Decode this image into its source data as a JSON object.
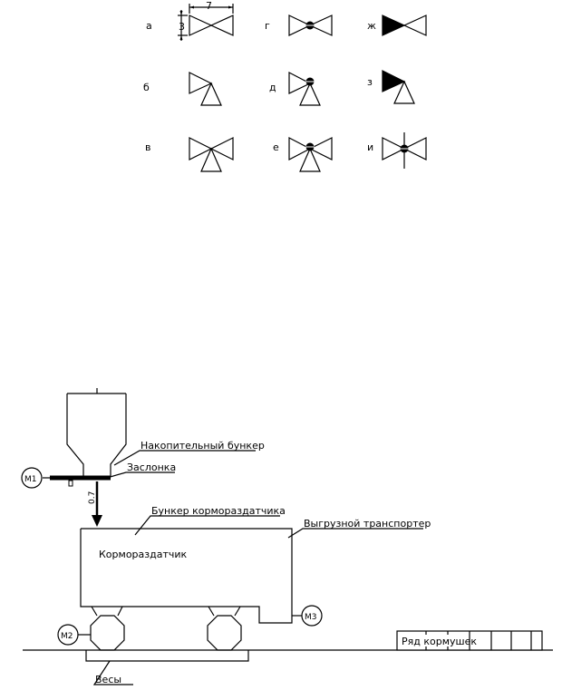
{
  "symbols": {
    "a": {
      "letter": "а"
    },
    "g": {
      "letter": "г"
    },
    "zh": {
      "letter": "ж"
    },
    "b": {
      "letter": "б"
    },
    "d": {
      "letter": "д"
    },
    "z": {
      "letter": "з"
    },
    "v": {
      "letter": "в"
    },
    "e": {
      "letter": "е"
    },
    "i": {
      "letter": "и"
    },
    "dim_width": "7",
    "dim_height": "3"
  },
  "scheme": {
    "storage_hopper": "Накопительный бункер",
    "gate": "Заслонка",
    "distributor_hopper": "Бункер кормораздатчика",
    "unloading_conveyor": "Выгрузной транспортер",
    "distributor": "Кормораздатчик",
    "scales": "Весы",
    "feeder_row": "Ряд кормушек",
    "height_mark": "0.7",
    "motor_1": "М1",
    "motor_2": "М2",
    "motor_3": "М3"
  }
}
